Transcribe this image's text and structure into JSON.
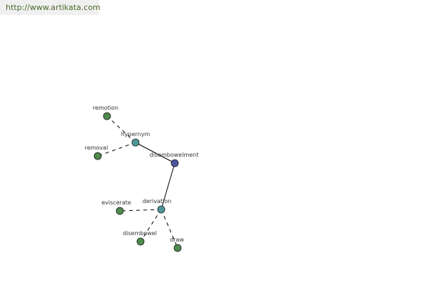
{
  "header": {
    "url_text": "http://www.artikata.com"
  },
  "colors": {
    "leaf_fill": "#4f8a4f",
    "relation_fill": "#4e9a9a",
    "root_fill": "#4b55a0",
    "edge": "#000000",
    "banner_bg": "#f0f0f0",
    "banner_text": "#4c6a2a"
  },
  "graph": {
    "nodes": [
      {
        "id": "disembowelment",
        "label": "disembowelment",
        "kind": "root"
      },
      {
        "id": "hypernym",
        "label": "hypernym",
        "kind": "relation"
      },
      {
        "id": "derivation",
        "label": "derivation",
        "kind": "relation"
      },
      {
        "id": "remotion",
        "label": "remotion",
        "kind": "leaf"
      },
      {
        "id": "removal",
        "label": "removal",
        "kind": "leaf"
      },
      {
        "id": "eviscerate",
        "label": "eviscerate",
        "kind": "leaf"
      },
      {
        "id": "disembowel",
        "label": "disembowel",
        "kind": "leaf"
      },
      {
        "id": "draw",
        "label": "draw",
        "kind": "leaf"
      }
    ],
    "edges": [
      {
        "from": "disembowelment",
        "to": "hypernym",
        "style": "solid"
      },
      {
        "from": "disembowelment",
        "to": "derivation",
        "style": "solid"
      },
      {
        "from": "hypernym",
        "to": "remotion",
        "style": "dashed"
      },
      {
        "from": "hypernym",
        "to": "removal",
        "style": "dashed"
      },
      {
        "from": "derivation",
        "to": "eviscerate",
        "style": "dashed"
      },
      {
        "from": "derivation",
        "to": "disembowel",
        "style": "dashed"
      },
      {
        "from": "derivation",
        "to": "draw",
        "style": "dashed"
      }
    ]
  }
}
